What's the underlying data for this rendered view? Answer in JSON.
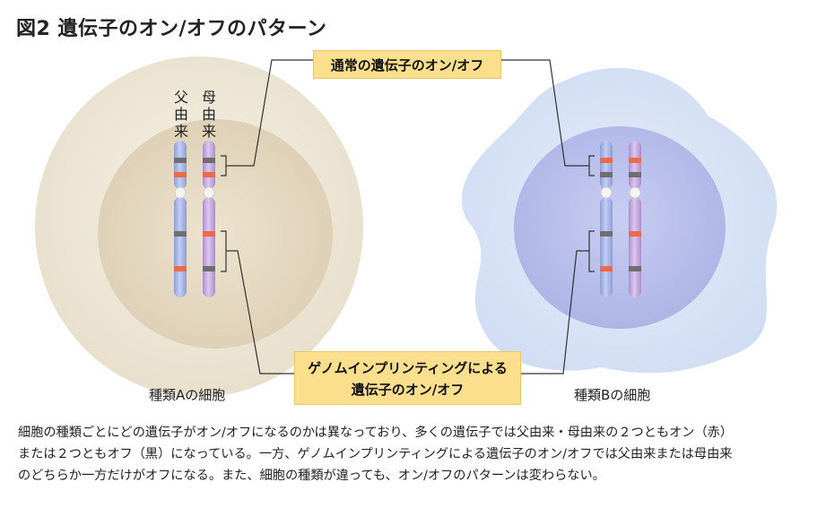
{
  "title": "図2 遺伝子のオン/オフのパターン",
  "labels": {
    "normal": "通常の遺伝子のオン/オフ",
    "imprint_line1": "ゲノムインプリンティングによる",
    "imprint_line2": "遺伝子のオン/オフ"
  },
  "chromosome_labels": {
    "father": "父由来",
    "mother": "母由来"
  },
  "cells": {
    "a": "種類Aの細胞",
    "b": "種類Bの細胞"
  },
  "caption": [
    "細胞の種類ごとにどの遺伝子がオン/オフになるのかは異なっており、多くの遺伝子では父由来・母由来の２つともオン（赤）",
    "または２つともオフ（黒）になっている。一方、ゲノムインプリンティングによる遺伝子のオン/オフでは父由来または母由来",
    "のどちらか一方だけがオフになる。また、細胞の種類が違っても、オン/オフのパターンは変わらない。"
  ],
  "colors": {
    "on": "#ea6a4a",
    "off": "#6e6e6e",
    "father_chromosome": "#a8b6e6",
    "mother_chromosome": "#c4a8dc",
    "label_box": "#fcdf8c",
    "cell_a_outer": "#efe8da",
    "cell_a_inner": "#e4d8c0",
    "cell_b_outer": "#d4e0f6",
    "cell_b_inner": "#b9c0ea"
  }
}
